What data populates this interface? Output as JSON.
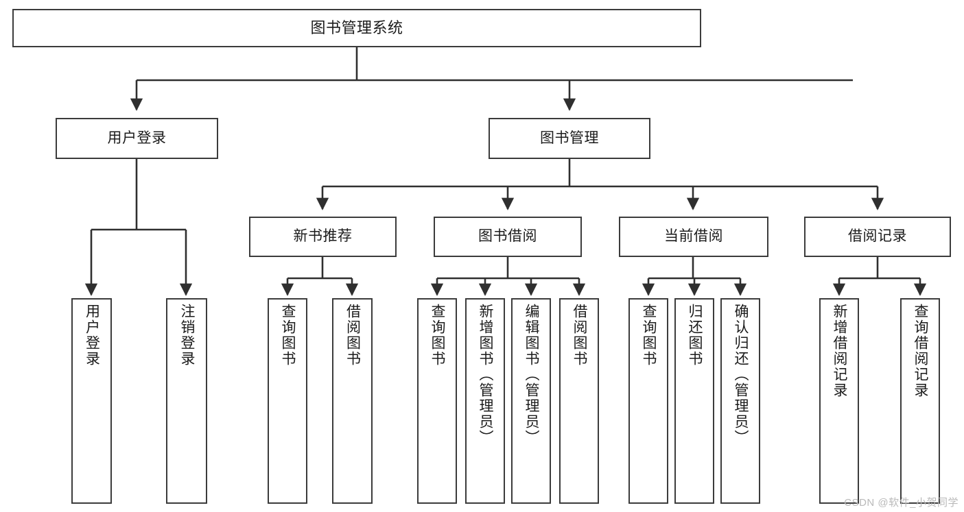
{
  "diagram": {
    "title": "图书管理系统",
    "type": "tree-hierarchy",
    "watermark": "CSDN @软件_小贺同学",
    "colors": {
      "box_border": "#3b3b3b",
      "box_fill": "#ffffff",
      "connector": "#2f2f2f",
      "text": "#1b1b1b",
      "watermark": "#b9b9b9",
      "background": "#ffffff"
    },
    "levels": {
      "level1": [
        {
          "id": "root",
          "label": "图书管理系统"
        }
      ],
      "level2": [
        {
          "id": "user-login",
          "label": "用户登录"
        },
        {
          "id": "book-management",
          "label": "图书管理"
        }
      ],
      "level3": [
        {
          "id": "new-book-recommend",
          "label": "新书推荐"
        },
        {
          "id": "book-borrow",
          "label": "图书借阅"
        },
        {
          "id": "current-borrow",
          "label": "当前借阅"
        },
        {
          "id": "borrow-record",
          "label": "借阅记录"
        }
      ],
      "level4": [
        {
          "id": "leaf-user-login",
          "label": "用户登录",
          "parent": "user-login"
        },
        {
          "id": "leaf-logout-login",
          "label": "注销登录",
          "parent": "user-login"
        },
        {
          "id": "leaf-query-book-1",
          "label": "查询图书",
          "parent": "new-book-recommend"
        },
        {
          "id": "leaf-borrow-book-1",
          "label": "借阅图书",
          "parent": "new-book-recommend"
        },
        {
          "id": "leaf-query-book-2",
          "label": "查询图书",
          "parent": "book-borrow"
        },
        {
          "id": "leaf-add-book",
          "label": "新增图书（管理员）",
          "parent": "book-borrow"
        },
        {
          "id": "leaf-edit-book",
          "label": "编辑图书（管理员）",
          "parent": "book-borrow"
        },
        {
          "id": "leaf-borrow-book-2",
          "label": "借阅图书",
          "parent": "book-borrow"
        },
        {
          "id": "leaf-query-book-3",
          "label": "查询图书",
          "parent": "current-borrow"
        },
        {
          "id": "leaf-return-book",
          "label": "归还图书",
          "parent": "current-borrow"
        },
        {
          "id": "leaf-confirm-return",
          "label": "确认归还（管理员）",
          "parent": "current-borrow"
        },
        {
          "id": "leaf-add-record",
          "label": "新增借阅记录",
          "parent": "borrow-record"
        },
        {
          "id": "leaf-query-record",
          "label": "查询借阅记录",
          "parent": "borrow-record"
        }
      ]
    }
  }
}
